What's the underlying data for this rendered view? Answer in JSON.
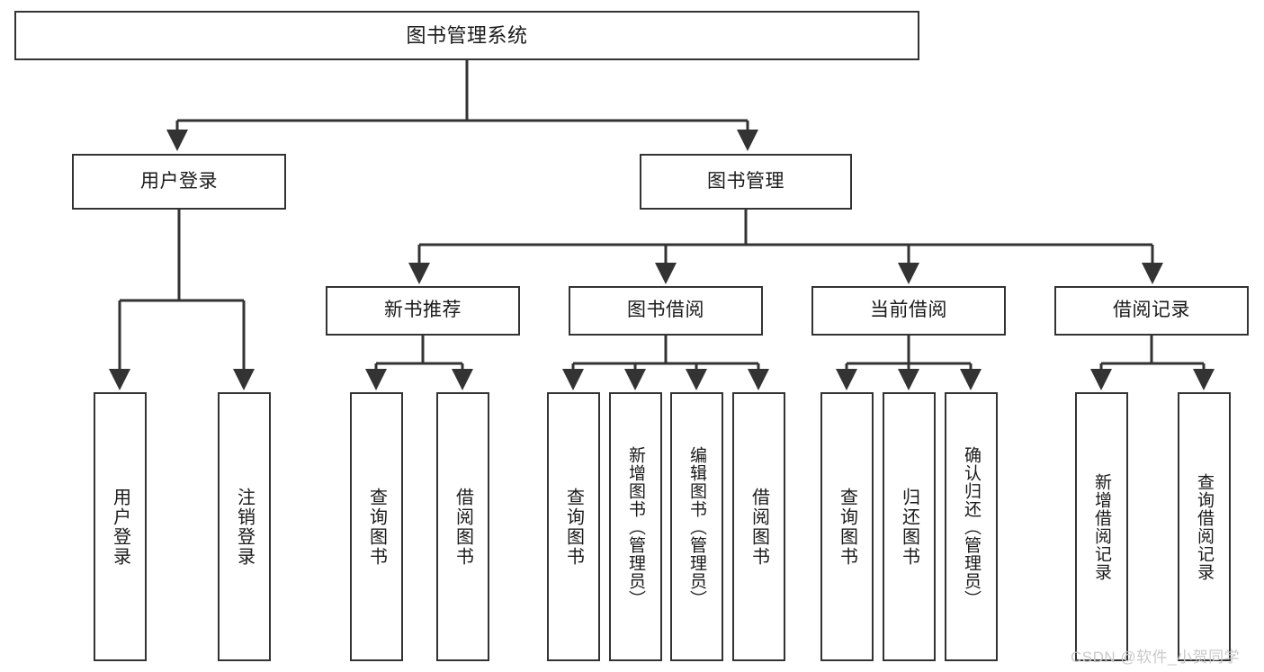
{
  "diagram": {
    "title": "图书管理系统",
    "type": "tree-hierarchy-chart",
    "colors": {
      "background": "#ffffff",
      "node_border": "#333333",
      "node_fill": "#ffffff",
      "edge": "#333333",
      "text": "#1a1a1a",
      "watermark": "#c9c9c9"
    },
    "nodes": {
      "root": {
        "label": "图书管理系统"
      },
      "level2": [
        {
          "id": "user-login",
          "label": "用户登录"
        },
        {
          "id": "book-manage",
          "label": "图书管理"
        }
      ],
      "level3": [
        {
          "id": "new-book-recommend",
          "label": "新书推荐"
        },
        {
          "id": "book-borrow",
          "label": "图书借阅"
        },
        {
          "id": "current-borrow",
          "label": "当前借阅"
        },
        {
          "id": "borrow-record",
          "label": "借阅记录"
        }
      ],
      "leaves": {
        "user_login": [
          {
            "id": "leaf-user-login",
            "label": "用户登录"
          },
          {
            "id": "leaf-logout-login",
            "label": "注销登录"
          }
        ],
        "new_book_recommend": [
          {
            "id": "leaf-query-book-1",
            "label": "查询图书"
          },
          {
            "id": "leaf-borrow-book-1",
            "label": "借阅图书"
          }
        ],
        "book_borrow": [
          {
            "id": "leaf-query-book-2",
            "label": "查询图书"
          },
          {
            "id": "leaf-add-book",
            "label": "新增图书（管理员）"
          },
          {
            "id": "leaf-edit-book",
            "label": "编辑图书（管理员）"
          },
          {
            "id": "leaf-borrow-book-2",
            "label": "借阅图书"
          }
        ],
        "current_borrow": [
          {
            "id": "leaf-query-book-3",
            "label": "查询图书"
          },
          {
            "id": "leaf-return-book",
            "label": "归还图书"
          },
          {
            "id": "leaf-confirm-return",
            "label": "确认归还（管理员）"
          }
        ],
        "borrow_record": [
          {
            "id": "leaf-add-record",
            "label": "新增借阅记录"
          },
          {
            "id": "leaf-query-record",
            "label": "查询借阅记录"
          }
        ]
      }
    },
    "edges": [
      {
        "from": "root",
        "to": "user-login"
      },
      {
        "from": "root",
        "to": "book-manage"
      },
      {
        "from": "user-login",
        "to": "leaf-user-login"
      },
      {
        "from": "user-login",
        "to": "leaf-logout-login"
      },
      {
        "from": "book-manage",
        "to": "new-book-recommend"
      },
      {
        "from": "book-manage",
        "to": "book-borrow"
      },
      {
        "from": "book-manage",
        "to": "current-borrow"
      },
      {
        "from": "book-manage",
        "to": "borrow-record"
      },
      {
        "from": "new-book-recommend",
        "to": "leaf-query-book-1"
      },
      {
        "from": "new-book-recommend",
        "to": "leaf-borrow-book-1"
      },
      {
        "from": "book-borrow",
        "to": "leaf-query-book-2"
      },
      {
        "from": "book-borrow",
        "to": "leaf-add-book"
      },
      {
        "from": "book-borrow",
        "to": "leaf-edit-book"
      },
      {
        "from": "book-borrow",
        "to": "leaf-borrow-book-2"
      },
      {
        "from": "current-borrow",
        "to": "leaf-query-book-3"
      },
      {
        "from": "current-borrow",
        "to": "leaf-return-book"
      },
      {
        "from": "current-borrow",
        "to": "leaf-confirm-return"
      },
      {
        "from": "borrow-record",
        "to": "leaf-add-record"
      },
      {
        "from": "borrow-record",
        "to": "leaf-query-record"
      }
    ]
  },
  "watermark": {
    "text": "CSDN @软件_小贺同学"
  }
}
